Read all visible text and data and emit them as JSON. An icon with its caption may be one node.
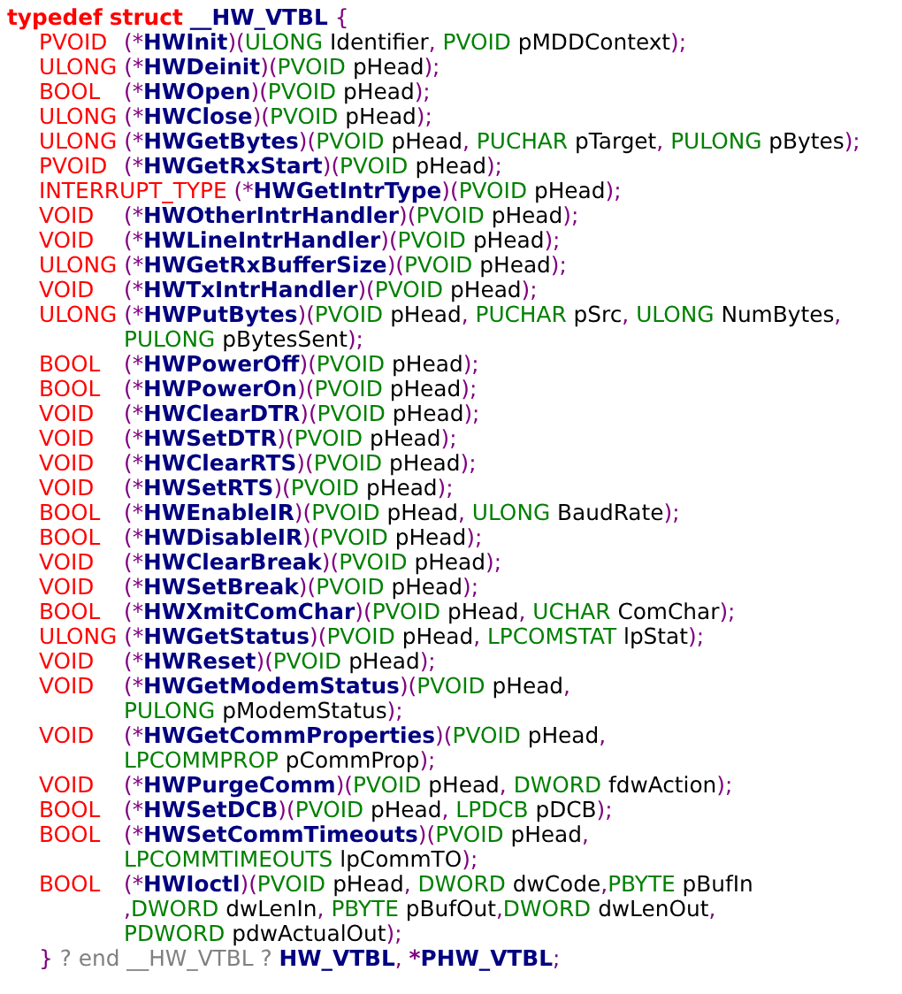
{
  "diagram": {
    "labels": [
      "typedef struct __HW_VTBL {",
      "PVOID (*HWInit)(ULONG Identifier, PVOID pMDDContext);",
      "ULONG (*HWDeinit)(PVOID pHead);",
      "BOOL (*HWOpen)(PVOID pHead);",
      "ULONG (*HWClose)(PVOID pHead);",
      "ULONG (*HWGetBytes)(PVOID pHead, PUCHAR pTarget, PULONG pBytes);",
      "PVOID (*HWGetRxStart)(PVOID pHead);",
      "INTERRUPT_TYPE (*HWGetIntrType)(PVOID pHead);",
      "VOID (*HWOtherIntrHandler)(PVOID pHead);",
      "VOID (*HWLineIntrHandler)(PVOID pHead);",
      "ULONG (*HWGetRxBufferSize)(PVOID pHead);",
      "VOID (*HWTxIntrHandler)(PVOID pHead);",
      "ULONG (*HWPutBytes)(PVOID pHead, PUCHAR pSrc, ULONG NumBytes,",
      "PULONG pBytesSent);",
      "BOOL (*HWPowerOff)(PVOID pHead);",
      "BOOL (*HWPowerOn)(PVOID pHead);",
      "VOID (*HWClearDTR)(PVOID pHead);",
      "VOID (*HWSetDTR)(PVOID pHead);",
      "VOID (*HWClearRTS)(PVOID pHead);",
      "VOID (*HWSetRTS)(PVOID pHead);",
      "BOOL (*HWEnableIR)(PVOID pHead, ULONG BaudRate);",
      "BOOL (*HWDisableIR)(PVOID pHead);",
      "VOID (*HWClearBreak)(PVOID pHead);",
      "VOID (*HWSetBreak)(PVOID pHead);",
      "BOOL (*HWXmitComChar)(PVOID pHead, UCHAR ComChar);",
      "ULONG (*HWGetStatus)(PVOID pHead, LPCOMSTAT lpStat);",
      "VOID (*HWReset)(PVOID pHead);",
      "VOID (*HWGetModemStatus)(PVOID pHead,",
      "PULONG pModemStatus);",
      "VOID (*HWGetCommProperties)(PVOID pHead,",
      "LPCOMMPROP pCommProp);",
      "VOID (*HWPurgeComm)(PVOID pHead, DWORD fdwAction);",
      "BOOL (*HWSetDCB)(PVOID pHead, LPDCB pDCB);",
      "BOOL (*HWSetCommTimeouts)(PVOID pHead,",
      "LPCOMMTIMEOUTS lpCommTO);",
      "BOOL (*HWIoctl)(PVOID pHead, DWORD dwCode,PBYTE pBufIn",
      ",DWORD dwLenIn, PBYTE pBufOut,DWORD dwLenOut,",
      "PDWORD pdwActualOut);",
      "} ? end __HW_VTBL ? HW_VTBL, *PHW_VTBL;"
    ]
  }
}
